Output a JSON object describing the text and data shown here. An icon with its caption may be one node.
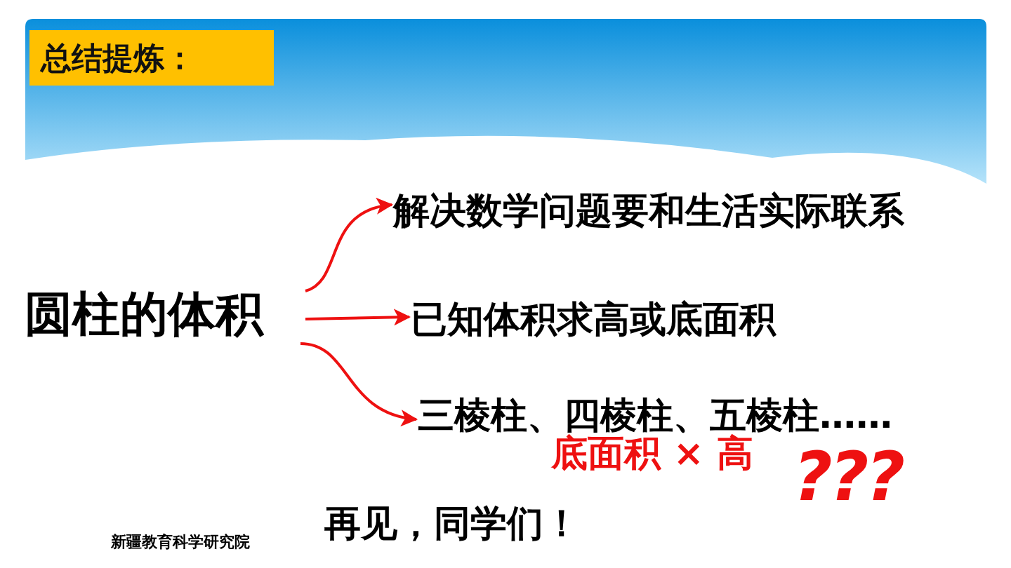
{
  "diagram": {
    "title": "总结提炼：",
    "nodes": [
      {
        "text": [
          "圆柱的体积"
        ]
      },
      {
        "text": [
          "解决数学问题要和生活实际联系"
        ]
      },
      {
        "text": [
          "已知体积求高或底面积"
        ]
      },
      {
        "text": [
          "三棱柱、四棱柱、五棱柱……"
        ]
      }
    ],
    "edges": [
      {
        "from": 0,
        "to": 1,
        "arrow": "to"
      },
      {
        "from": 0,
        "to": 2,
        "arrow": "to"
      },
      {
        "from": 0,
        "to": 3,
        "arrow": "to"
      }
    ],
    "labels": [
      "底面积 × 高",
      "???",
      "再见，同学们！",
      "新疆教育科学研究院"
    ]
  }
}
